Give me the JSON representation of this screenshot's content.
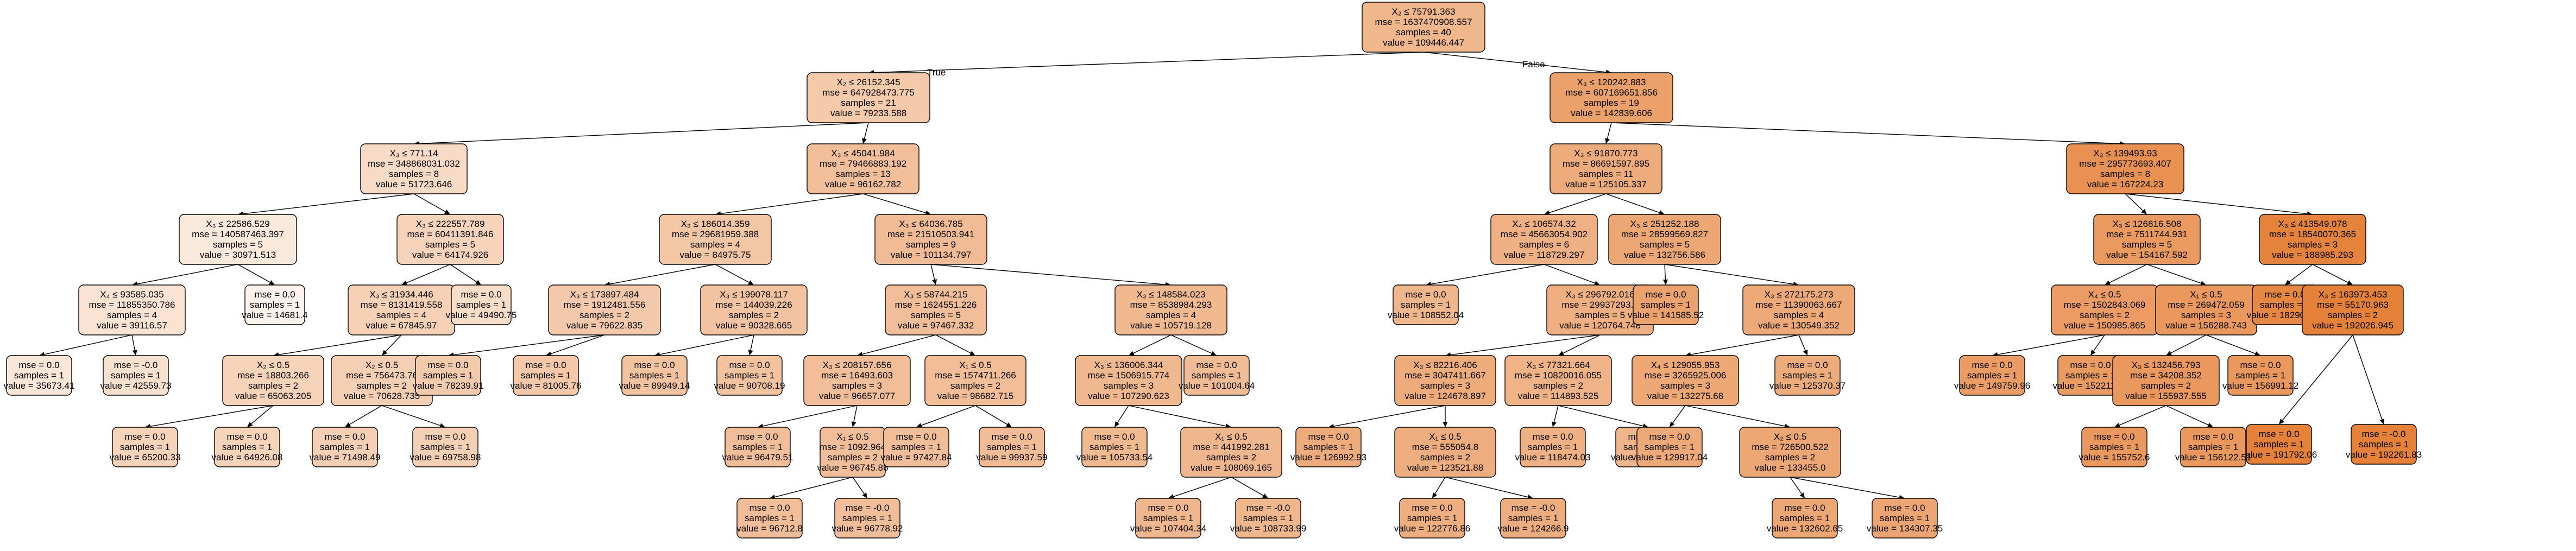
{
  "tree": {
    "colors": {
      "node_fill_min": "#fdf3ec",
      "node_fill_max": "#e58139",
      "edge": "#000000",
      "text": "#000000"
    },
    "edge_labels": {
      "true_label": "True",
      "false_label": "False"
    },
    "nodes": [
      {
        "id": 0,
        "lines": [
          "X₂ ≤ 75791.363",
          "mse = 1637470908.557",
          "samples = 40",
          "value = 109446.447"
        ],
        "value": 109446.447
      },
      {
        "id": 1,
        "lines": [
          "X₂ ≤ 26152.345",
          "mse = 647928473.775",
          "samples = 21",
          "value = 79233.588"
        ],
        "value": 79233.588
      },
      {
        "id": 2,
        "lines": [
          "X₃ ≤ 120242.883",
          "mse = 607169651.856",
          "samples = 19",
          "value = 142839.606"
        ],
        "value": 142839.606
      },
      {
        "id": 3,
        "lines": [
          "X₃ ≤ 771.14",
          "mse = 348868031.032",
          "samples = 8",
          "value = 51723.646"
        ],
        "value": 51723.646
      },
      {
        "id": 4,
        "lines": [
          "X₃ ≤ 45041.984",
          "mse = 79466883.192",
          "samples = 13",
          "value = 96162.782"
        ],
        "value": 96162.782
      },
      {
        "id": 5,
        "lines": [
          "X₃ ≤ 91870.773",
          "mse = 86691597.895",
          "samples = 11",
          "value = 125105.337"
        ],
        "value": 125105.337
      },
      {
        "id": 6,
        "lines": [
          "X₃ ≤ 139493.93",
          "mse = 295773693.407",
          "samples = 8",
          "value = 167224.23"
        ],
        "value": 167224.23
      },
      {
        "id": 7,
        "lines": [
          "X₃ ≤ 22586.529",
          "mse = 140587463.397",
          "samples = 5",
          "value = 30971.513"
        ],
        "value": 30971.513
      },
      {
        "id": 8,
        "lines": [
          "X₃ ≤ 222557.789",
          "mse = 60411391.846",
          "samples = 5",
          "value = 64174.926"
        ],
        "value": 64174.926
      },
      {
        "id": 9,
        "lines": [
          "X₃ ≤ 186014.359",
          "mse = 29681959.388",
          "samples = 4",
          "value = 84975.75"
        ],
        "value": 84975.75
      },
      {
        "id": 10,
        "lines": [
          "X₃ ≤ 64036.785",
          "mse = 21510503.941",
          "samples = 9",
          "value = 101134.797"
        ],
        "value": 101134.797
      },
      {
        "id": 11,
        "lines": [
          "X₄ ≤ 106574.32",
          "mse = 45663054.902",
          "samples = 6",
          "value = 118729.297"
        ],
        "value": 118729.297
      },
      {
        "id": 12,
        "lines": [
          "X₃ ≤ 251252.188",
          "mse = 28599569.827",
          "samples = 5",
          "value = 132756.586"
        ],
        "value": 132756.586
      },
      {
        "id": 13,
        "lines": [
          "X₃ ≤ 126816.508",
          "mse = 7511744.931",
          "samples = 5",
          "value = 154167.592"
        ],
        "value": 154167.592
      },
      {
        "id": 14,
        "lines": [
          "X₃ ≤ 413549.078",
          "mse = 18540070.365",
          "samples = 3",
          "value = 188985.293"
        ],
        "value": 188985.293
      },
      {
        "id": 15,
        "lines": [
          "X₄ ≤ 93585.035",
          "mse = 11855350.786",
          "samples = 4",
          "value = 39116.57"
        ],
        "value": 39116.57
      },
      {
        "id": 16,
        "lines": [
          "mse = 0.0",
          "samples = 1",
          "value = 14681.4"
        ],
        "value": 14681.4
      },
      {
        "id": 17,
        "lines": [
          "X₃ ≤ 31934.446",
          "mse = 8131419.558",
          "samples = 4",
          "value = 67845.97"
        ],
        "value": 67845.97
      },
      {
        "id": 18,
        "lines": [
          "mse = 0.0",
          "samples = 1",
          "value = 49490.75"
        ],
        "value": 49490.75
      },
      {
        "id": 19,
        "lines": [
          "X₃ ≤ 173897.484",
          "mse = 1912481.556",
          "samples = 2",
          "value = 79622.835"
        ],
        "value": 79622.835
      },
      {
        "id": 20,
        "lines": [
          "X₃ ≤ 199078.117",
          "mse = 144039.226",
          "samples = 2",
          "value = 90328.665"
        ],
        "value": 90328.665
      },
      {
        "id": 21,
        "lines": [
          "X₃ ≤ 58744.215",
          "mse = 1624551.226",
          "samples = 5",
          "value = 97467.332"
        ],
        "value": 97467.332
      },
      {
        "id": 22,
        "lines": [
          "X₃ ≤ 148584.023",
          "mse = 8538984.293",
          "samples = 4",
          "value = 105719.128"
        ],
        "value": 105719.128
      },
      {
        "id": 23,
        "lines": [
          "mse = 0.0",
          "samples = 1",
          "value = 108552.04"
        ],
        "value": 108552.04
      },
      {
        "id": 24,
        "lines": [
          "X₃ ≤ 296792.016",
          "mse = 29937293.1",
          "samples = 5",
          "value = 120764.748"
        ],
        "value": 120764.748
      },
      {
        "id": 25,
        "lines": [
          "mse = 0.0",
          "samples = 1",
          "value = 141585.52"
        ],
        "value": 141585.52
      },
      {
        "id": 26,
        "lines": [
          "X₃ ≤ 272175.273",
          "mse = 11390063.667",
          "samples = 4",
          "value = 130549.352"
        ],
        "value": 130549.352
      },
      {
        "id": 27,
        "lines": [
          "X₄ ≤ 0.5",
          "mse = 1502843.069",
          "samples = 2",
          "value = 150985.865"
        ],
        "value": 150985.865
      },
      {
        "id": 28,
        "lines": [
          "X₁ ≤ 0.5",
          "mse = 269472.059",
          "samples = 3",
          "value = 156288.743"
        ],
        "value": 156288.743
      },
      {
        "id": 29,
        "lines": [
          "mse = 0.0",
          "samples = 1",
          "value = 182901.99"
        ],
        "value": 182901.99
      },
      {
        "id": 30,
        "lines": [
          "X₃ ≤ 163973.453",
          "mse = 55170.963",
          "samples = 2",
          "value = 192026.945"
        ],
        "value": 192026.945
      },
      {
        "id": 31,
        "lines": [
          "mse = 0.0",
          "samples = 1",
          "value = 35673.41"
        ],
        "value": 35673.41
      },
      {
        "id": 32,
        "lines": [
          "mse = -0.0",
          "samples = 1",
          "value = 42559.73"
        ],
        "value": 42559.73
      },
      {
        "id": 33,
        "lines": [
          "X₂ ≤ 0.5",
          "mse = 18803.266",
          "samples = 2",
          "value = 65063.205"
        ],
        "value": 65063.205
      },
      {
        "id": 34,
        "lines": [
          "X₂ ≤ 0.5",
          "mse = 756473.76",
          "samples = 2",
          "value = 70628.735"
        ],
        "value": 70628.735
      },
      {
        "id": 35,
        "lines": [
          "mse = 0.0",
          "samples = 1",
          "value = 78239.91"
        ],
        "value": 78239.91
      },
      {
        "id": 36,
        "lines": [
          "mse = 0.0",
          "samples = 1",
          "value = 81005.76"
        ],
        "value": 81005.76
      },
      {
        "id": 37,
        "lines": [
          "mse = 0.0",
          "samples = 1",
          "value = 89949.14"
        ],
        "value": 89949.14
      },
      {
        "id": 38,
        "lines": [
          "mse = 0.0",
          "samples = 1",
          "value = 90708.19"
        ],
        "value": 90708.19
      },
      {
        "id": 39,
        "lines": [
          "X₃ ≤ 208157.656",
          "mse = 16493.603",
          "samples = 3",
          "value = 96657.077"
        ],
        "value": 96657.077
      },
      {
        "id": 40,
        "lines": [
          "X₁ ≤ 0.5",
          "mse = 1574711.266",
          "samples = 2",
          "value = 98682.715"
        ],
        "value": 98682.715
      },
      {
        "id": 41,
        "lines": [
          "X₃ ≤ 136006.344",
          "mse = 1506915.774",
          "samples = 3",
          "value = 107290.623"
        ],
        "value": 107290.623
      },
      {
        "id": 42,
        "lines": [
          "mse = 0.0",
          "samples = 1",
          "value = 101004.64"
        ],
        "value": 101004.64
      },
      {
        "id": 43,
        "lines": [
          "X₃ ≤ 82216.406",
          "mse = 3047411.667",
          "samples = 3",
          "value = 124678.897"
        ],
        "value": 124678.897
      },
      {
        "id": 44,
        "lines": [
          "X₃ ≤ 77321.664",
          "mse = 10820016.055",
          "samples = 2",
          "value = 114893.525"
        ],
        "value": 114893.525
      },
      {
        "id": 45,
        "lines": [
          "X₄ ≤ 129055.953",
          "mse = 3265925.006",
          "samples = 3",
          "value = 132275.68"
        ],
        "value": 132275.68
      },
      {
        "id": 46,
        "lines": [
          "mse = 0.0",
          "samples = 1",
          "value = 125370.37"
        ],
        "value": 125370.37
      },
      {
        "id": 47,
        "lines": [
          "mse = 0.0",
          "samples = 1",
          "value = 149759.96"
        ],
        "value": 149759.96
      },
      {
        "id": 48,
        "lines": [
          "mse = 0.0",
          "samples = 1",
          "value = 152211.77"
        ],
        "value": 152211.77
      },
      {
        "id": 49,
        "lines": [
          "X₃ ≤ 132456.793",
          "mse = 34208.352",
          "samples = 2",
          "value = 155937.555"
        ],
        "value": 155937.555
      },
      {
        "id": 50,
        "lines": [
          "mse = 0.0",
          "samples = 1",
          "value = 156991.12"
        ],
        "value": 156991.12
      },
      {
        "id": 51,
        "lines": [
          "mse = 0.0",
          "samples = 1",
          "value = 191792.06"
        ],
        "value": 191792.06
      },
      {
        "id": 52,
        "lines": [
          "mse = -0.0",
          "samples = 1",
          "value = 192261.83"
        ],
        "value": 192261.83
      },
      {
        "id": 53,
        "lines": [
          "mse = 0.0",
          "samples = 1",
          "value = 65200.33"
        ],
        "value": 65200.33
      },
      {
        "id": 54,
        "lines": [
          "mse = 0.0",
          "samples = 1",
          "value = 64926.08"
        ],
        "value": 64926.08
      },
      {
        "id": 55,
        "lines": [
          "mse = 0.0",
          "samples = 1",
          "value = 71498.49"
        ],
        "value": 71498.49
      },
      {
        "id": 56,
        "lines": [
          "mse = 0.0",
          "samples = 1",
          "value = 69758.98"
        ],
        "value": 69758.98
      },
      {
        "id": 57,
        "lines": [
          "mse = 0.0",
          "samples = 1",
          "value = 96479.51"
        ],
        "value": 96479.51
      },
      {
        "id": 58,
        "lines": [
          "X₁ ≤ 0.5",
          "mse = 1092.964",
          "samples = 2",
          "value = 96745.86"
        ],
        "value": 96745.86
      },
      {
        "id": 59,
        "lines": [
          "mse = 0.0",
          "samples = 1",
          "value = 97427.84"
        ],
        "value": 97427.84
      },
      {
        "id": 60,
        "lines": [
          "mse = 0.0",
          "samples = 1",
          "value = 99937.59"
        ],
        "value": 99937.59
      },
      {
        "id": 61,
        "lines": [
          "mse = 0.0",
          "samples = 1",
          "value = 105733.54"
        ],
        "value": 105733.54
      },
      {
        "id": 62,
        "lines": [
          "X₁ ≤ 0.5",
          "mse = 441992.281",
          "samples = 2",
          "value = 108069.165"
        ],
        "value": 108069.165
      },
      {
        "id": 63,
        "lines": [
          "mse = 0.0",
          "samples = 1",
          "value = 126992.93"
        ],
        "value": 126992.93
      },
      {
        "id": 64,
        "lines": [
          "X₁ ≤ 0.5",
          "mse = 555054.8",
          "samples = 2",
          "value = 123521.88"
        ],
        "value": 123521.88
      },
      {
        "id": 65,
        "lines": [
          "mse = 0.0",
          "samples = 1",
          "value = 118474.03"
        ],
        "value": 118474.03
      },
      {
        "id": 66,
        "lines": [
          "mse = 0.0",
          "samples = 1",
          "value = 111313.02"
        ],
        "value": 111313.02
      },
      {
        "id": 67,
        "lines": [
          "mse = 0.0",
          "samples = 1",
          "value = 129917.04"
        ],
        "value": 129917.04
      },
      {
        "id": 68,
        "lines": [
          "X₂ ≤ 0.5",
          "mse = 726500.522",
          "samples = 2",
          "value = 133455.0"
        ],
        "value": 133455.0
      },
      {
        "id": 69,
        "lines": [
          "mse = 0.0",
          "samples = 1",
          "value = 155752.6"
        ],
        "value": 155752.6
      },
      {
        "id": 70,
        "lines": [
          "mse = 0.0",
          "samples = 1",
          "value = 156122.51"
        ],
        "value": 156122.51
      },
      {
        "id": 71,
        "lines": [
          "mse = 0.0",
          "samples = 1",
          "value = 96712.8"
        ],
        "value": 96712.8
      },
      {
        "id": 72,
        "lines": [
          "mse = -0.0",
          "samples = 1",
          "value = 96778.92"
        ],
        "value": 96778.92
      },
      {
        "id": 73,
        "lines": [
          "mse = 0.0",
          "samples = 1",
          "value = 107404.34"
        ],
        "value": 107404.34
      },
      {
        "id": 74,
        "lines": [
          "mse = -0.0",
          "samples = 1",
          "value = 108733.99"
        ],
        "value": 108733.99
      },
      {
        "id": 75,
        "lines": [
          "mse = 0.0",
          "samples = 1",
          "value = 122776.86"
        ],
        "value": 122776.86
      },
      {
        "id": 76,
        "lines": [
          "mse = -0.0",
          "samples = 1",
          "value = 124266.9"
        ],
        "value": 124266.9
      },
      {
        "id": 77,
        "lines": [
          "mse = 0.0",
          "samples = 1",
          "value = 132602.65"
        ],
        "value": 132602.65
      },
      {
        "id": 78,
        "lines": [
          "mse = 0.0",
          "samples = 1",
          "value = 134307.35"
        ],
        "value": 134307.35
      }
    ],
    "edges": [
      [
        0,
        1
      ],
      [
        0,
        2
      ],
      [
        1,
        3
      ],
      [
        1,
        4
      ],
      [
        2,
        5
      ],
      [
        2,
        6
      ],
      [
        3,
        7
      ],
      [
        3,
        8
      ],
      [
        4,
        9
      ],
      [
        4,
        10
      ],
      [
        5,
        11
      ],
      [
        5,
        12
      ],
      [
        6,
        13
      ],
      [
        6,
        14
      ],
      [
        7,
        15
      ],
      [
        7,
        16
      ],
      [
        8,
        17
      ],
      [
        8,
        18
      ],
      [
        9,
        19
      ],
      [
        9,
        20
      ],
      [
        10,
        21
      ],
      [
        10,
        22
      ],
      [
        11,
        23
      ],
      [
        11,
        24
      ],
      [
        12,
        25
      ],
      [
        12,
        26
      ],
      [
        13,
        27
      ],
      [
        13,
        28
      ],
      [
        14,
        29
      ],
      [
        14,
        30
      ],
      [
        15,
        31
      ],
      [
        15,
        32
      ],
      [
        17,
        33
      ],
      [
        17,
        34
      ],
      [
        19,
        35
      ],
      [
        19,
        36
      ],
      [
        20,
        37
      ],
      [
        20,
        38
      ],
      [
        21,
        39
      ],
      [
        21,
        40
      ],
      [
        22,
        41
      ],
      [
        22,
        42
      ],
      [
        24,
        43
      ],
      [
        24,
        44
      ],
      [
        26,
        45
      ],
      [
        26,
        46
      ],
      [
        27,
        47
      ],
      [
        27,
        48
      ],
      [
        28,
        49
      ],
      [
        28,
        50
      ],
      [
        30,
        51
      ],
      [
        30,
        52
      ],
      [
        33,
        53
      ],
      [
        33,
        54
      ],
      [
        34,
        55
      ],
      [
        34,
        56
      ],
      [
        39,
        57
      ],
      [
        39,
        58
      ],
      [
        40,
        59
      ],
      [
        40,
        60
      ],
      [
        41,
        61
      ],
      [
        41,
        62
      ],
      [
        43,
        63
      ],
      [
        43,
        64
      ],
      [
        44,
        65
      ],
      [
        44,
        66
      ],
      [
        45,
        67
      ],
      [
        45,
        68
      ],
      [
        49,
        69
      ],
      [
        49,
        70
      ],
      [
        58,
        71
      ],
      [
        58,
        72
      ],
      [
        62,
        73
      ],
      [
        62,
        74
      ],
      [
        64,
        75
      ],
      [
        64,
        76
      ],
      [
        68,
        77
      ],
      [
        68,
        78
      ]
    ]
  }
}
